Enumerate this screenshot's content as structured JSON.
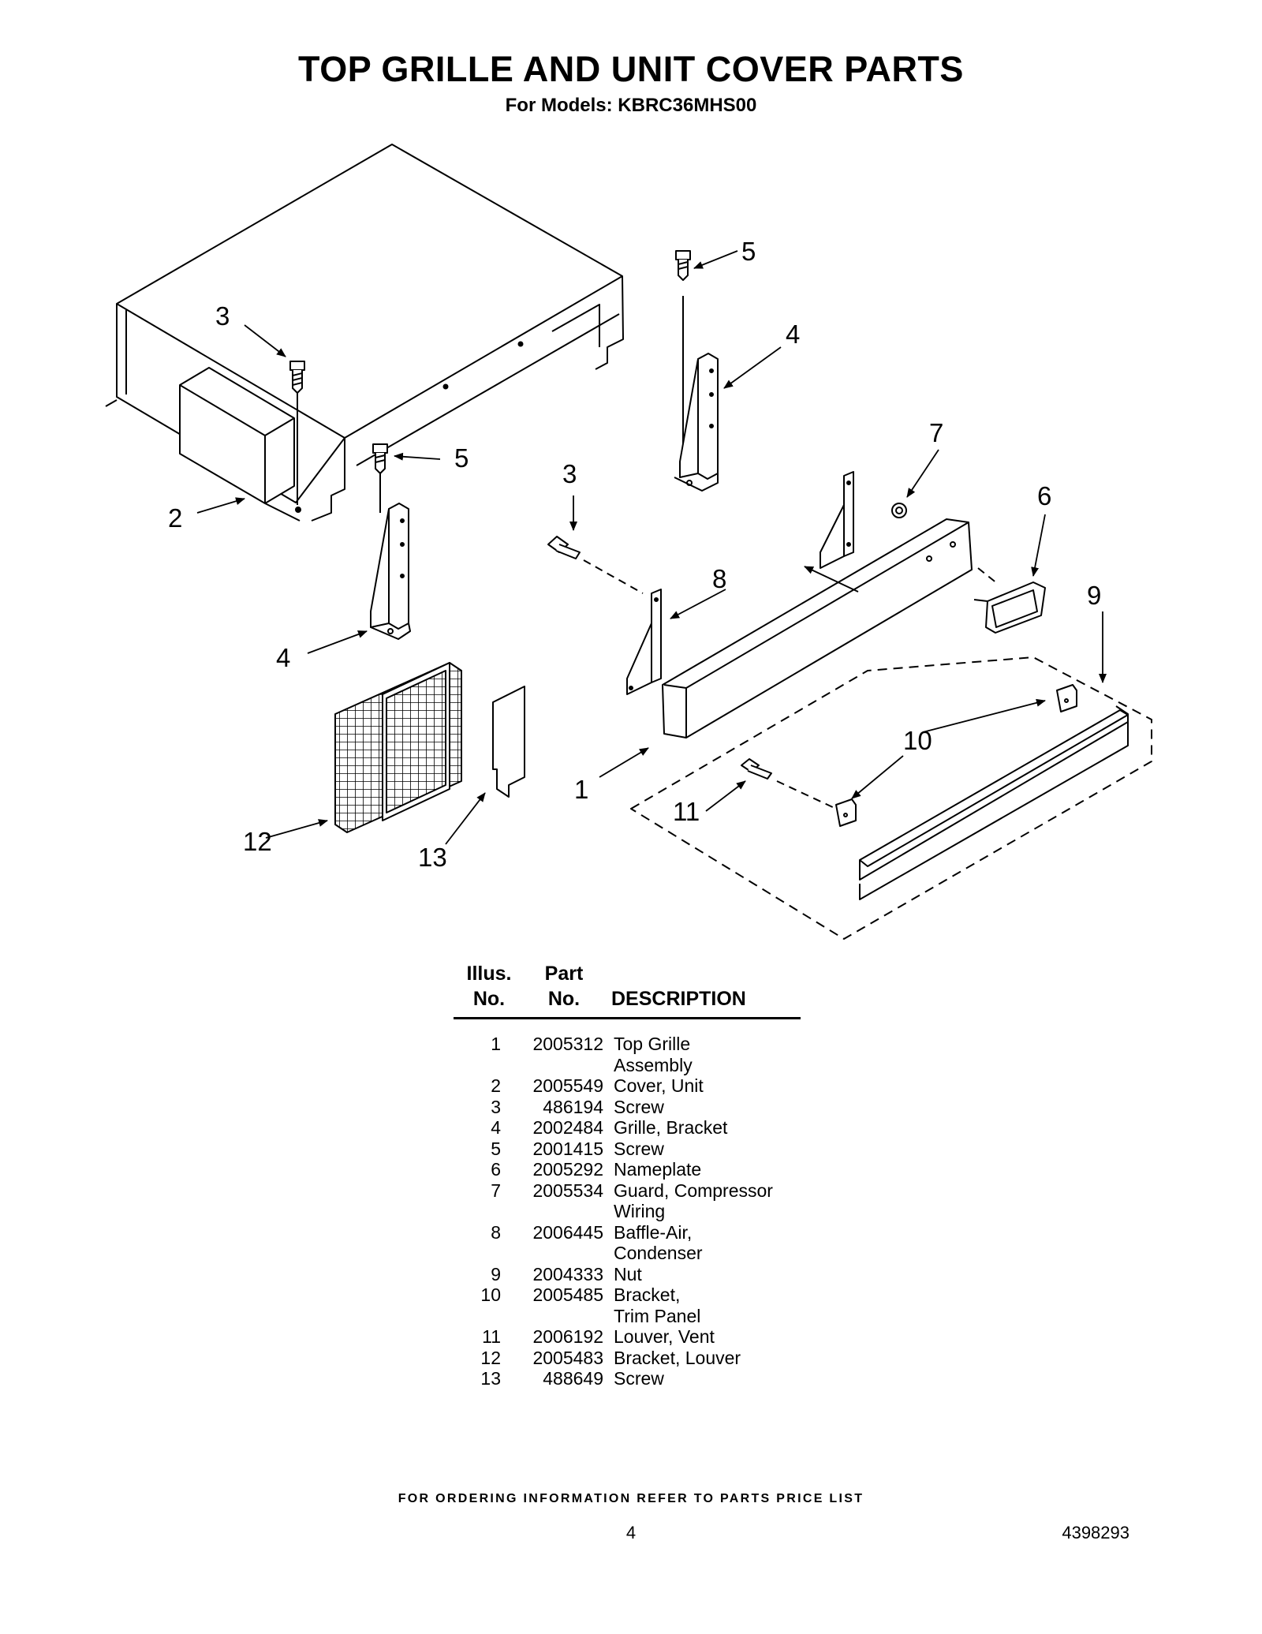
{
  "header": {
    "title": "TOP GRILLE AND UNIT COVER PARTS",
    "subtitle": "For Models: KBRC36MHS00"
  },
  "diagram": {
    "callouts": [
      "1",
      "2",
      "3",
      "3",
      "4",
      "4",
      "5",
      "5",
      "6",
      "7",
      "8",
      "9",
      "10",
      "11",
      "12",
      "13"
    ]
  },
  "parts_table": {
    "headers": {
      "illus": [
        "Illus.",
        "No."
      ],
      "part": [
        "Part",
        "No."
      ],
      "description": "DESCRIPTION"
    },
    "rows": [
      {
        "illus": "1",
        "part": "2005312",
        "description": "Top Grille\nAssembly"
      },
      {
        "illus": "2",
        "part": "2005549",
        "description": "Cover, Unit"
      },
      {
        "illus": "3",
        "part": "486194",
        "description": "Screw"
      },
      {
        "illus": "4",
        "part": "2002484",
        "description": "Grille, Bracket"
      },
      {
        "illus": "5",
        "part": "2001415",
        "description": "Screw"
      },
      {
        "illus": "6",
        "part": "2005292",
        "description": "Nameplate"
      },
      {
        "illus": "7",
        "part": "2005534",
        "description": "Guard, Compressor\nWiring"
      },
      {
        "illus": "8",
        "part": "2006445",
        "description": "Baffle-Air,\nCondenser"
      },
      {
        "illus": "9",
        "part": "2004333",
        "description": "Nut"
      },
      {
        "illus": "10",
        "part": "2005485",
        "description": "Bracket,\nTrim Panel"
      },
      {
        "illus": "11",
        "part": "2006192",
        "description": "Louver, Vent"
      },
      {
        "illus": "12",
        "part": "2005483",
        "description": "Bracket, Louver"
      },
      {
        "illus": "13",
        "part": "488649",
        "description": "Screw"
      }
    ]
  },
  "footer": {
    "ordering_note": "FOR ORDERING INFORMATION REFER TO PARTS PRICE LIST",
    "page_number": "4",
    "document_number": "4398293"
  }
}
